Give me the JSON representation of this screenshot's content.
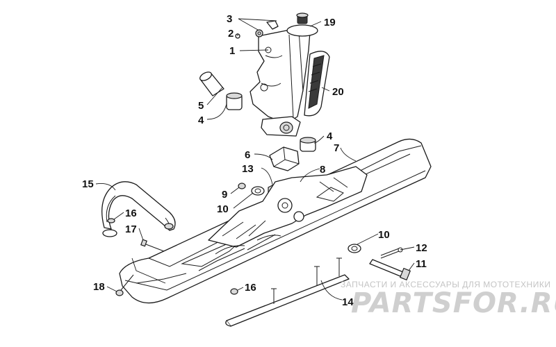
{
  "diagram": {
    "callouts": [
      {
        "id": "c1",
        "label": "1"
      },
      {
        "id": "c2",
        "label": "2"
      },
      {
        "id": "c3",
        "label": "3"
      },
      {
        "id": "c4a",
        "label": "4"
      },
      {
        "id": "c4b",
        "label": "4"
      },
      {
        "id": "c5",
        "label": "5"
      },
      {
        "id": "c6",
        "label": "6"
      },
      {
        "id": "c7",
        "label": "7"
      },
      {
        "id": "c8",
        "label": "8"
      },
      {
        "id": "c9",
        "label": "9"
      },
      {
        "id": "c10a",
        "label": "10"
      },
      {
        "id": "c10b",
        "label": "10"
      },
      {
        "id": "c11",
        "label": "11"
      },
      {
        "id": "c12",
        "label": "12"
      },
      {
        "id": "c13",
        "label": "13"
      },
      {
        "id": "c14",
        "label": "14"
      },
      {
        "id": "c15",
        "label": "15"
      },
      {
        "id": "c16a",
        "label": "16"
      },
      {
        "id": "c16b",
        "label": "16"
      },
      {
        "id": "c17",
        "label": "17"
      },
      {
        "id": "c18",
        "label": "18"
      },
      {
        "id": "c19",
        "label": "19"
      },
      {
        "id": "c20",
        "label": "20"
      }
    ]
  },
  "watermark": {
    "caption": "ЗАПЧАСТИ И АКСЕССУАРЫ ДЛЯ МОТОТЕХНИКИ",
    "logo": "PARTSFOR.RU"
  }
}
